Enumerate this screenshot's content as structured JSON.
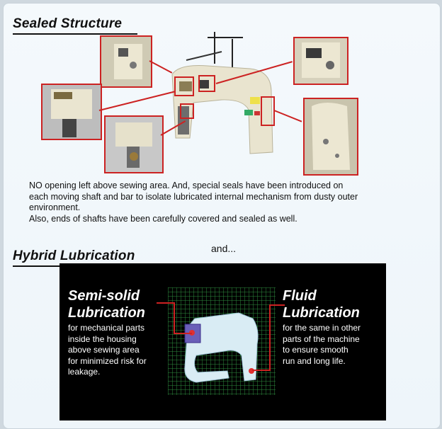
{
  "sealed": {
    "heading": "Sealed Structure",
    "description_lines": [
      "NO opening left above sewing area.  And, special seals have been introduced on",
      "each moving shaft and bar to isolate lubricated internal mechanism from dusty outer",
      "environment."
    ],
    "also_line": "Also,  ends of shafts have been carefully covered and sealed as well."
  },
  "hybrid": {
    "heading": "Hybrid Lubrication",
    "and_text": "and...",
    "semi_solid": {
      "title_lines": [
        "Semi-solid",
        "Lubrication"
      ],
      "desc_lines": [
        "for mechanical parts",
        "inside the housing",
        "above sewing area",
        "for minimized risk for",
        "leakage."
      ]
    },
    "fluid": {
      "title_lines": [
        "Fluid",
        "Lubrication"
      ],
      "desc_lines": [
        "for the same in other",
        "parts of the machine",
        "to ensure smooth",
        "run and long life."
      ]
    }
  },
  "colors": {
    "accent_red": "#cc2222",
    "grid_green": "#2e8b3e",
    "machine_cream": "#e9e4cf"
  }
}
